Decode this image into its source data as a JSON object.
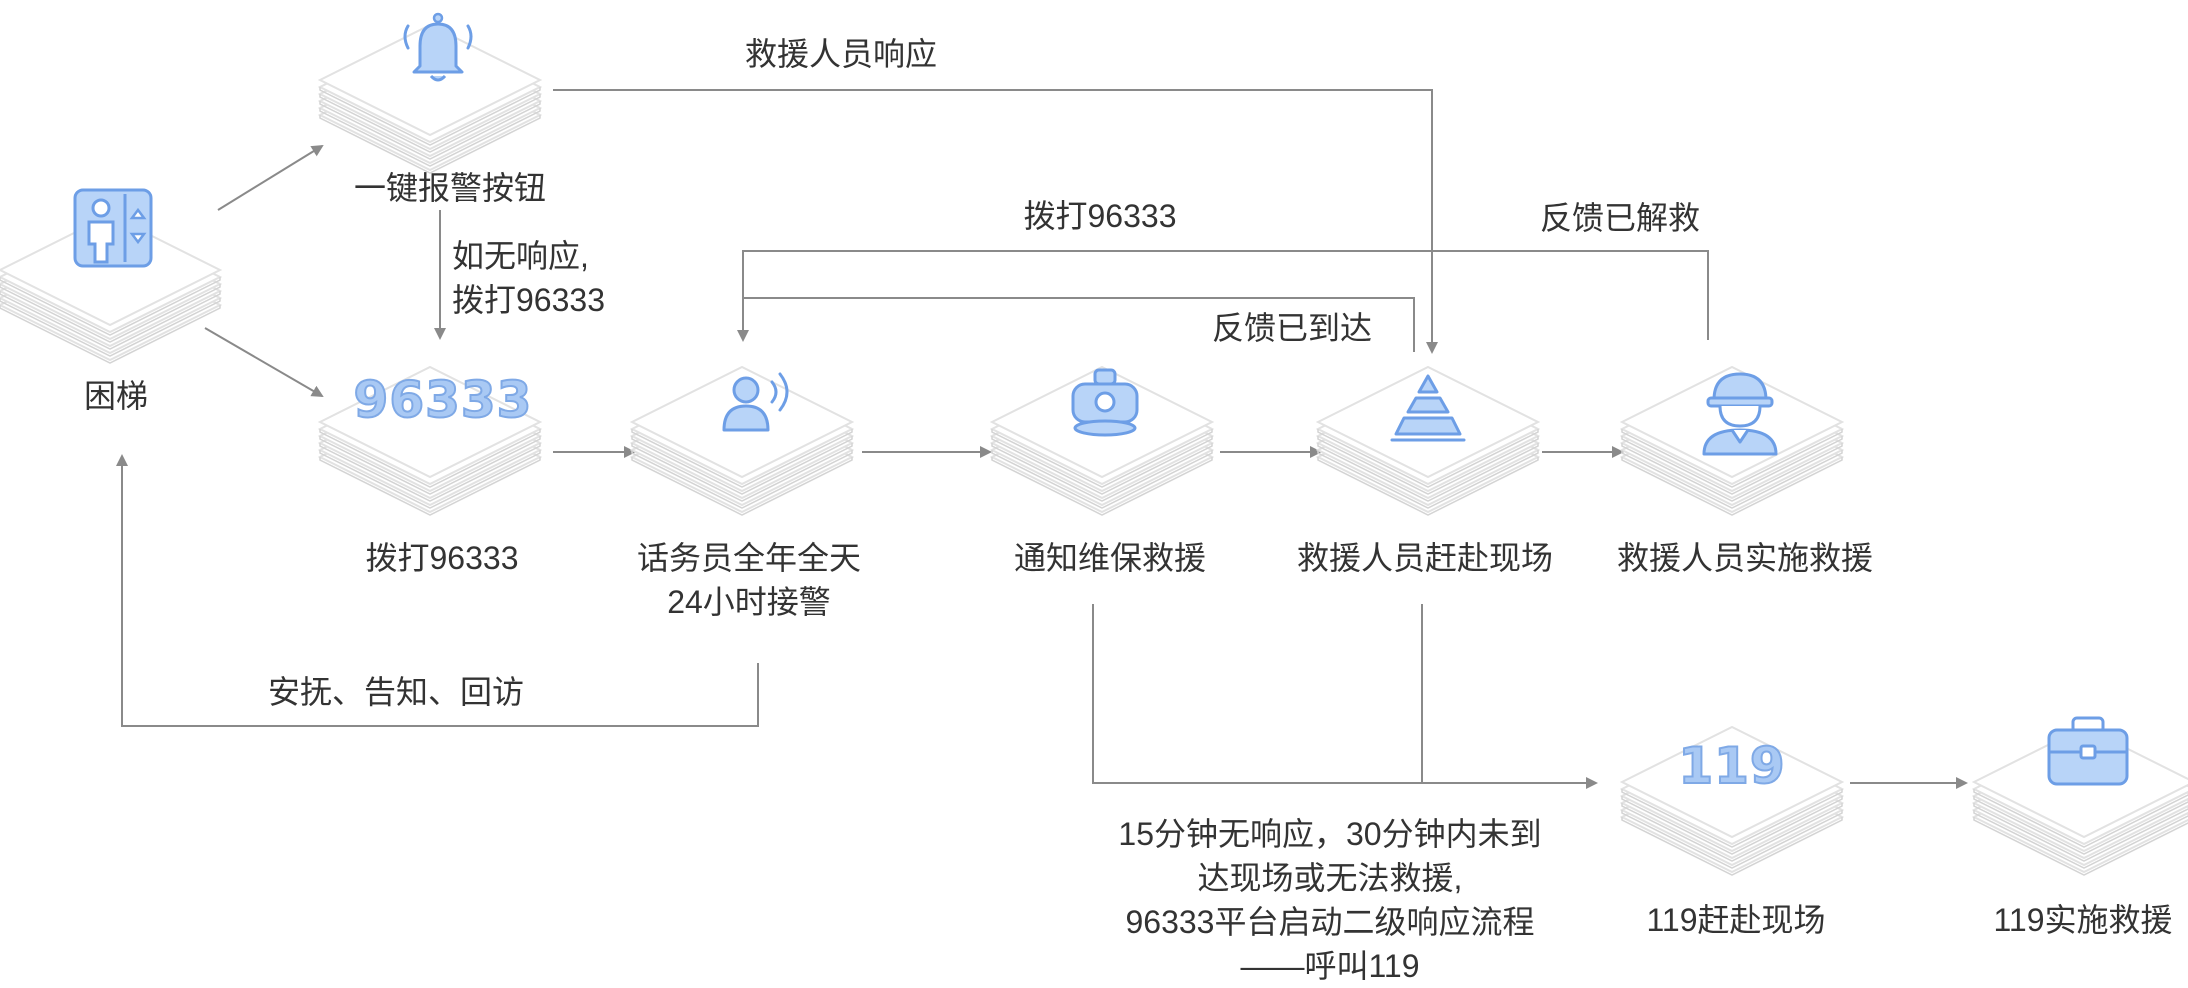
{
  "nodes": {
    "trapped": "困梯",
    "alarm_button": "一键报警按钮",
    "dial_left": "拨打96333",
    "operator_line1": "话务员全年全天",
    "operator_line2": "24小时接警",
    "notify": "通知维保救援",
    "rush": "救援人员赶赴现场",
    "implement": "救援人员实施救援",
    "fire_rush": "119赶赴现场",
    "fire_implement": "119实施救援"
  },
  "icons": {
    "trapped": "elevator-person-icon",
    "alarm_button": "bell-icon",
    "dial": "number-96333-icon",
    "operator": "operator-speaking-icon",
    "notify": "maintenance-bot-icon",
    "rush": "cone-icon",
    "implement": "rescuer-helmet-icon",
    "fire_rush": "number-119-icon",
    "fire_implement": "toolbox-icon",
    "number_96333": "96333",
    "number_119": "119"
  },
  "edges": {
    "rescuer_response": "救援人员响应",
    "no_response_line1": "如无响应,",
    "no_response_line2": "拨打96333",
    "dial_top": "拨打96333",
    "feedback_solved": "反馈已解救",
    "feedback_arrived": "反馈已到达",
    "comfort": "安抚、告知、回访",
    "escalation_line1": "15分钟无响应，30分钟内未到",
    "escalation_line2": "达现场或无法救援,",
    "escalation_line3": "96333平台启动二级响应流程",
    "escalation_line4": "——呼叫119"
  },
  "colors": {
    "icon_fill": "#b8d4f8",
    "icon_stroke": "#6d9ee6",
    "line": "#8a8a8a",
    "text": "#333333",
    "tile_face": "#ffffff",
    "tile_edge": "#e2e2e2"
  }
}
